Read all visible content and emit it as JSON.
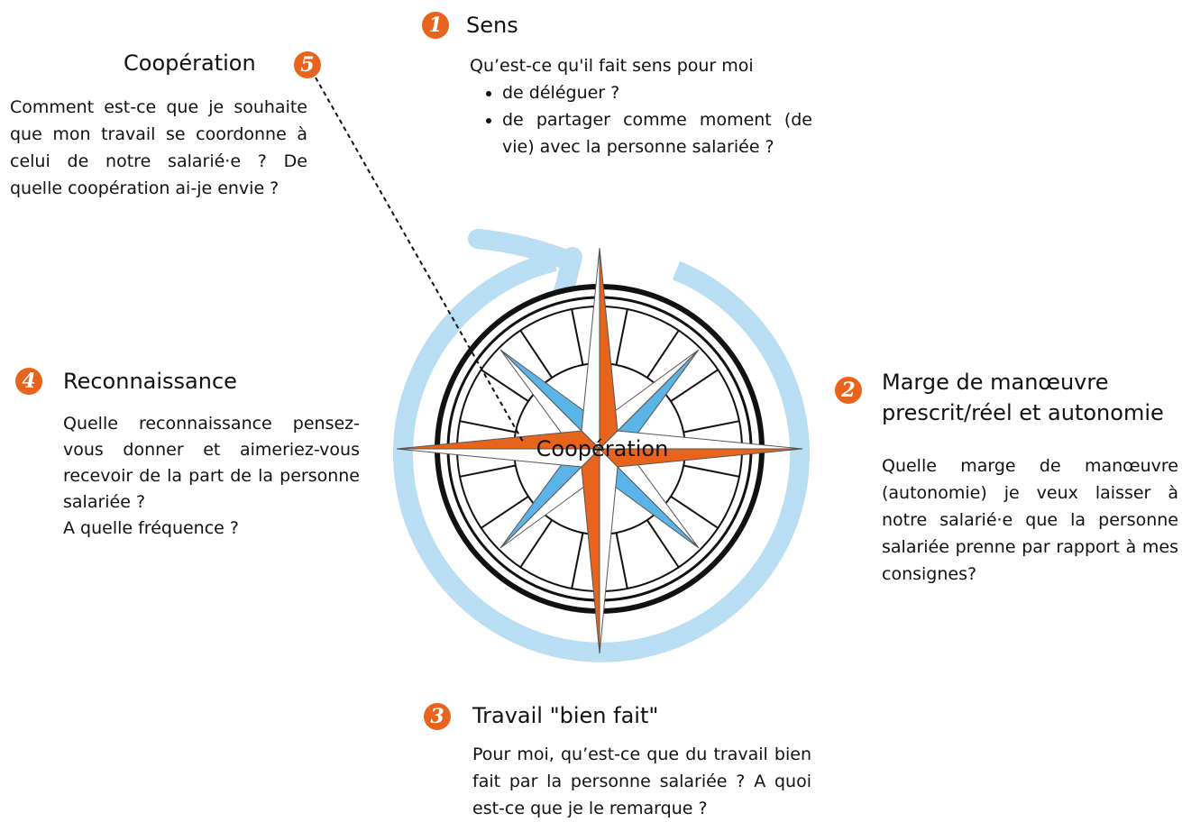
{
  "center_label": "Coopération",
  "colors": {
    "orange": "#e8641c",
    "light_blue": "#b9ddf3",
    "blue": "#5bb4e8",
    "black": "#111111"
  },
  "sections": {
    "sens": {
      "number": "1",
      "title": "Sens",
      "intro": "Qu’est-ce qu'il fait sens pour moi",
      "bullets": [
        "de déléguer ?",
        "de partager comme moment (de vie) avec la personne salariée ?"
      ]
    },
    "marge": {
      "number": "2",
      "title_line1": "Marge de manœuvre",
      "title_line2": "prescrit/réel et autonomie",
      "body": "Quelle marge de manœuvre (autonomie) je veux laisser à notre salarié·e que la personne salariée prenne par rapport à mes consignes?"
    },
    "travail": {
      "number": "3",
      "title": "Travail \"bien fait\"",
      "body": "Pour moi, qu’est-ce que du travail bien fait par la personne salariée ? A quoi est-ce que je le remarque ?"
    },
    "reconnaissance": {
      "number": "4",
      "title": "Reconnaissance",
      "body_line1": "Quelle reconnaissance pensez-vous donner et aimeriez-vous recevoir de la part de la personne salariée ?",
      "body_line2": "A quelle fréquence ?"
    },
    "cooperation": {
      "number": "5",
      "title": "Coopération",
      "body": "Comment est-ce que je souhaite que mon travail se coordonne à celui de notre salarié·e ? De quelle coopération ai-je envie ?"
    }
  }
}
